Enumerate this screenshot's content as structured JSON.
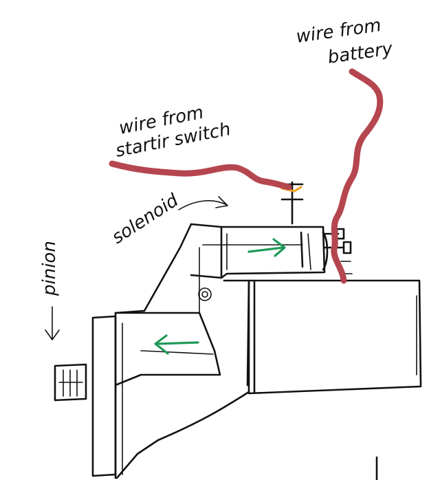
{
  "labels": {
    "battery_line1": "wire from",
    "battery_line2": "battery",
    "switch_line1": "wire from",
    "switch_line2": "startir switch",
    "solenoid": "solenoid",
    "pinion": "pinion"
  },
  "colors": {
    "background": "#ffffff",
    "ink": "#111111",
    "wire": "#b5464f",
    "arrow": "#1f9a5a",
    "terminal_accent": "#f0a020"
  }
}
